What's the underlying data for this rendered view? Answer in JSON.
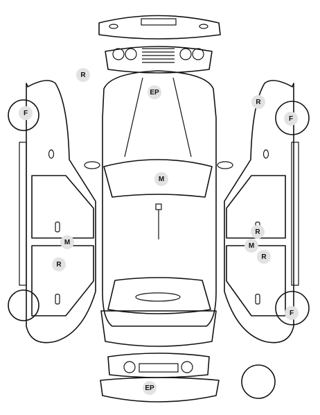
{
  "damage_markers": [
    {
      "id": "r-front-left",
      "code": "R"
    },
    {
      "id": "ep-hood",
      "code": "EP"
    },
    {
      "id": "r-right-front",
      "code": "R"
    },
    {
      "id": "f-left-front-wheel",
      "code": "F"
    },
    {
      "id": "f-right-front-wheel",
      "code": "F"
    },
    {
      "id": "m-roof",
      "code": "M"
    },
    {
      "id": "m-left-side",
      "code": "M"
    },
    {
      "id": "r-left-rear-door",
      "code": "R"
    },
    {
      "id": "r-right-door-a",
      "code": "R"
    },
    {
      "id": "m-right-side",
      "code": "M"
    },
    {
      "id": "r-right-door-b",
      "code": "R"
    },
    {
      "id": "f-right-rear-wheel",
      "code": "F"
    },
    {
      "id": "ep-rear-bumper",
      "code": "EP"
    }
  ],
  "colors": {
    "line": "#111111",
    "marker_fill": "#e2e2e2"
  }
}
